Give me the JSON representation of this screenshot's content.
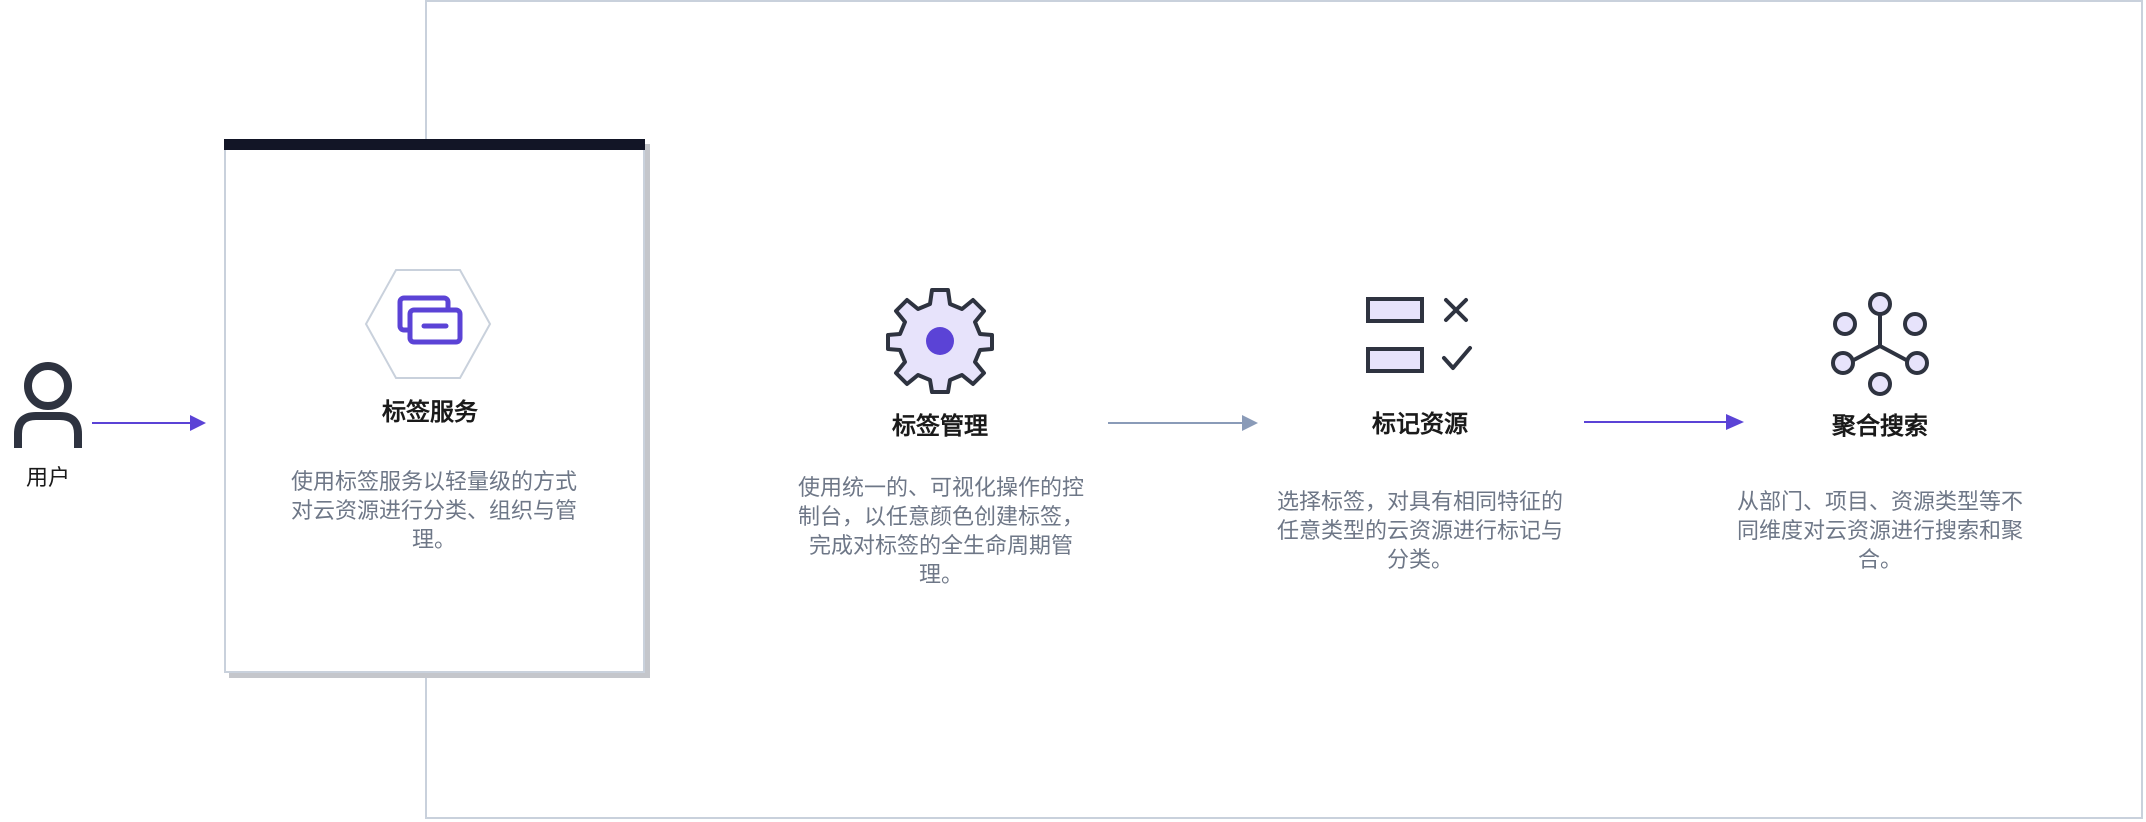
{
  "user": {
    "label": "用户",
    "icon": "user-icon"
  },
  "steps": [
    {
      "id": "tag-service",
      "icon": "tag-service-hexagon-icon",
      "title": "标签服务",
      "description": "使用标签服务以轻量级的方式对云资源进行分类、组织与管理。"
    },
    {
      "id": "tag-management",
      "icon": "gear-icon",
      "title": "标签管理",
      "description": "使用统一的、可视化操作的控制台，以任意颜色创建标签，完成对标签的全生命周期管理。"
    },
    {
      "id": "tag-resources",
      "icon": "checklist-icon",
      "title": "标记资源",
      "description": "选择标签，对具有相同特征的任意类型的云资源进行标记与分类。"
    },
    {
      "id": "aggregate-search",
      "icon": "network-nodes-icon",
      "title": "聚合搜索",
      "description": "从部门、项目、资源类型等不同维度对云资源进行搜索和聚合。"
    }
  ],
  "colors": {
    "accent": "#5b43d6",
    "icon_fill": "#e7e3fb",
    "icon_stroke": "#2e3340",
    "arrow_gray": "#8a9bb8",
    "frame": "#c9d1dc",
    "card_topbar": "#121526",
    "description_text": "#6e7787"
  }
}
